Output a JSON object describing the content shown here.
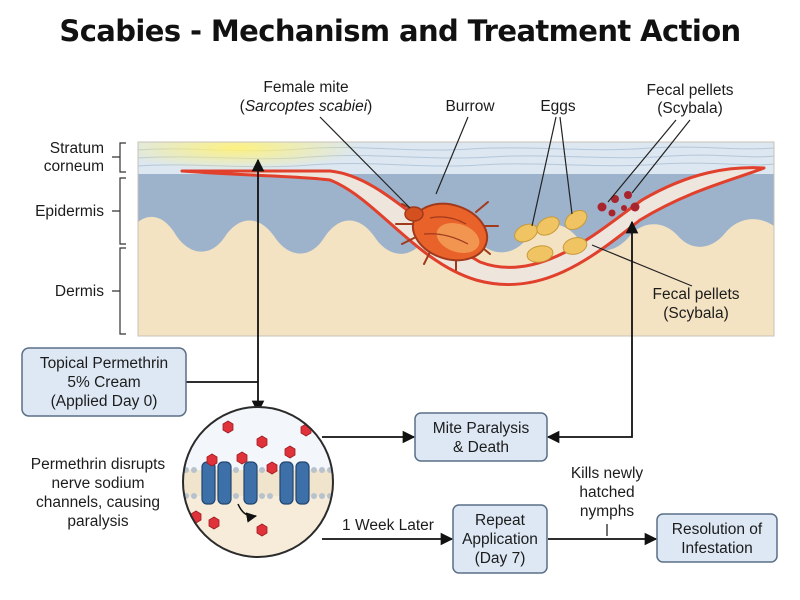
{
  "title": "Scabies - Mechanism and Treatment Action",
  "layers": {
    "stratum_corneum_1": "Stratum",
    "stratum_corneum_2": "corneum",
    "epidermis": "Epidermis",
    "dermis": "Dermis"
  },
  "callouts": {
    "mite_1": "Female mite",
    "mite_2_open": "(",
    "mite_2_species": "Sarcoptes scabiei",
    "mite_2_close": ")",
    "burrow": "Burrow",
    "eggs": "Eggs",
    "fecal_top_1": "Fecal pellets",
    "fecal_top_2": "(Scybala)",
    "fecal_right_1": "Fecal pellets",
    "fecal_right_2": "(Scybala)"
  },
  "boxes": {
    "permethrin": [
      "Topical Permethrin",
      "5% Cream",
      "(Applied Day 0)"
    ],
    "paralysis": [
      "Mite Paralysis",
      "& Death"
    ],
    "repeat": [
      "Repeat",
      "Application",
      "(Day 7)"
    ],
    "resolution": [
      "Resolution of",
      "Infestation"
    ]
  },
  "mechanism_text": [
    "Permethrin disrupts",
    "nerve sodium",
    "channels, causing",
    "paralysis"
  ],
  "arrow_labels": {
    "week_later": "1 Week Later",
    "kills_1": "Kills newly",
    "kills_2": "hatched",
    "kills_3": "nymphs"
  },
  "colors": {
    "stratum": "#dce7f1",
    "epidermis": "#9db3cb",
    "dermis": "#f4e3c3",
    "burrow_outline": "#e0402c",
    "mite": "#e8622a",
    "egg": "#f0c463",
    "pellet": "#a8242e",
    "box_fill": "#dde8f4",
    "box_stroke": "#5a6f86",
    "channel": "#3d6fa8",
    "permethrin_particle": "#e0323a"
  }
}
